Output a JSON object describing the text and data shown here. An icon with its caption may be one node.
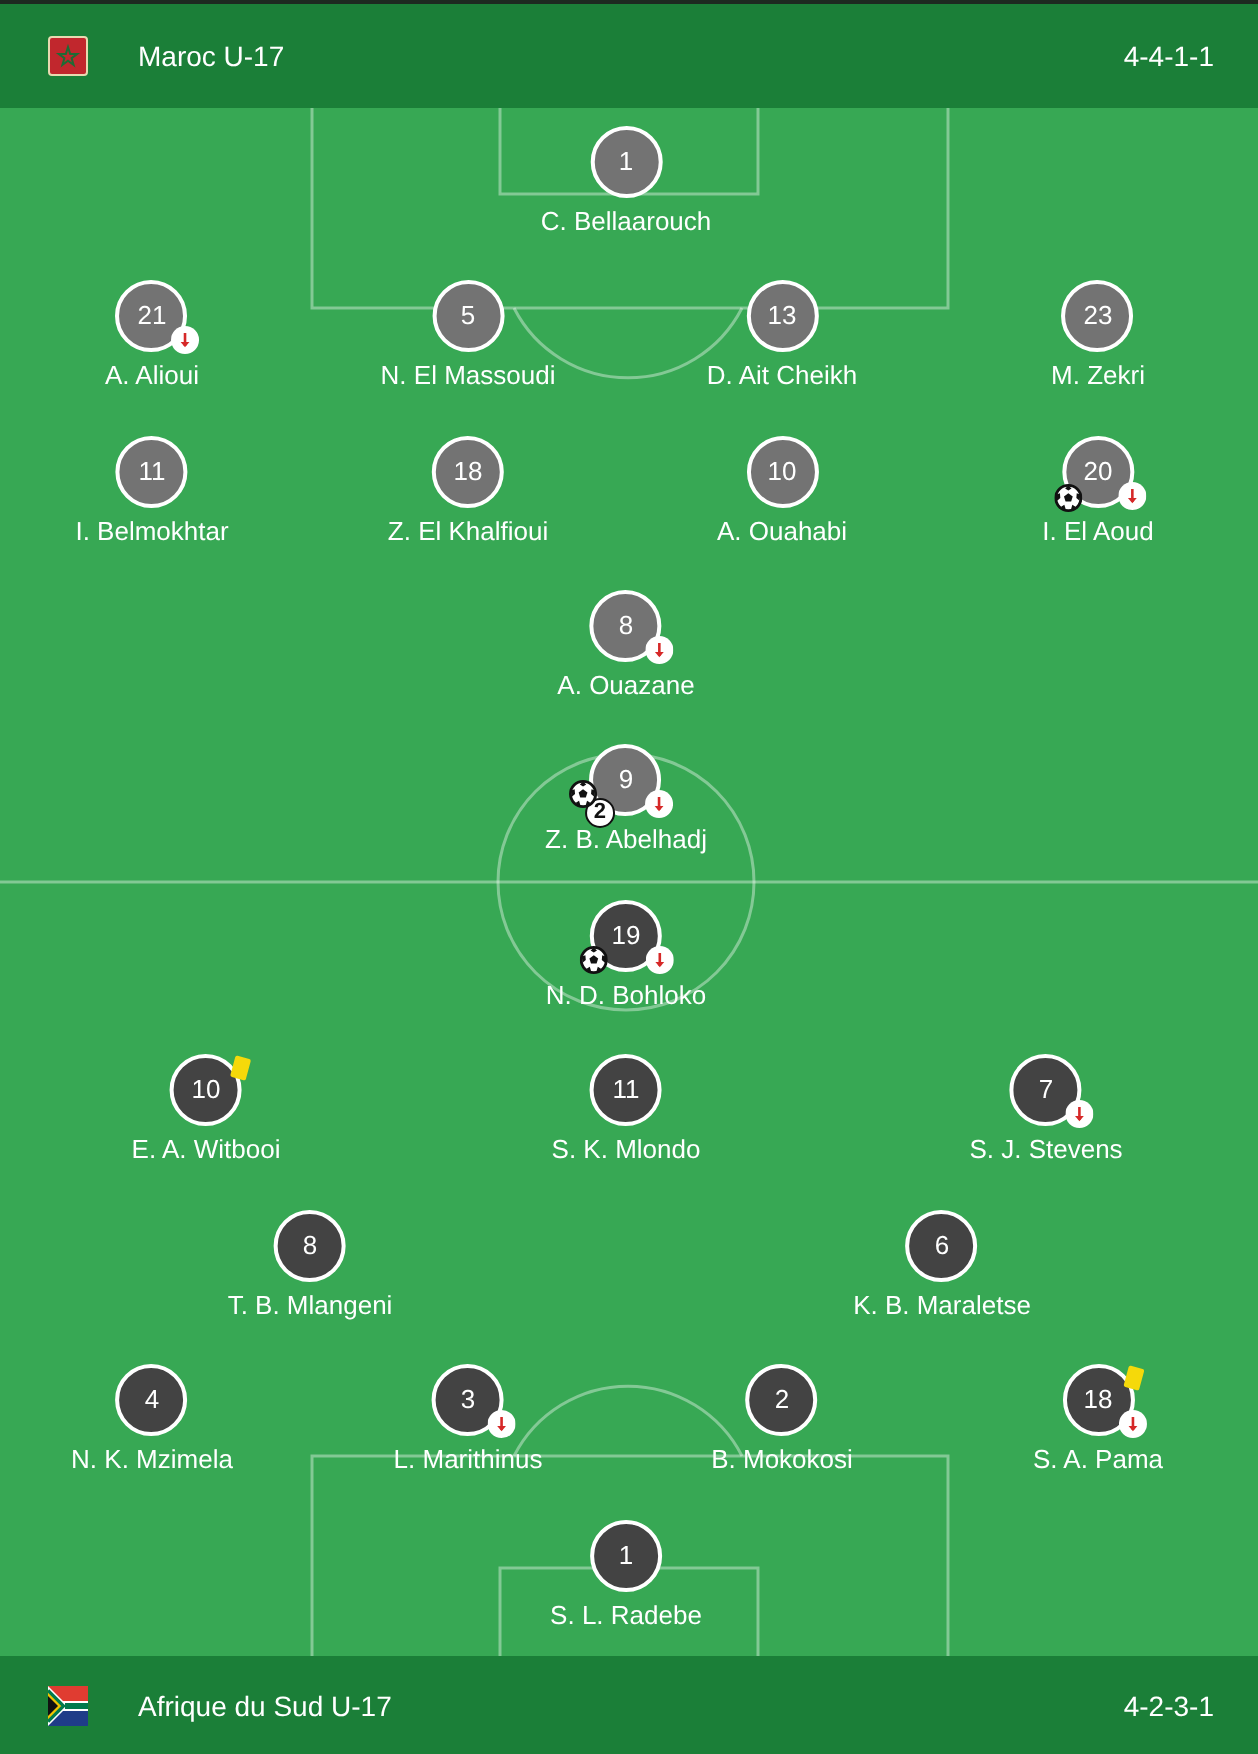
{
  "diagram": {
    "nodes": [
      {
        "text": [
          "Maroc U-17",
          "4-4-1-1"
        ]
      },
      {
        "text": [
          "1",
          "C. Bellaarouch"
        ]
      },
      {
        "text": [
          "21",
          "A. Alioui"
        ]
      },
      {
        "text": [
          "5",
          "N. El Massoudi"
        ]
      },
      {
        "text": [
          "13",
          "D. Ait Cheikh"
        ]
      },
      {
        "text": [
          "23",
          "M. Zekri"
        ]
      },
      {
        "text": [
          "11",
          "I. Belmokhtar"
        ]
      },
      {
        "text": [
          "18",
          "Z. El Khalfioui"
        ]
      },
      {
        "text": [
          "10",
          "A. Ouahabi"
        ]
      },
      {
        "text": [
          "20",
          "I. El Aoud"
        ]
      },
      {
        "text": [
          "8",
          "A. Ouazane"
        ]
      },
      {
        "text": [
          "9",
          "2",
          "Z. B. Abelhadj"
        ]
      },
      {
        "text": [
          "19",
          "N. D. Bohloko"
        ]
      },
      {
        "text": [
          "10",
          "E. A. Witbooi"
        ]
      },
      {
        "text": [
          "11",
          "S. K. Mlondo"
        ]
      },
      {
        "text": [
          "7",
          "S. J. Stevens"
        ]
      },
      {
        "text": [
          "8",
          "T. B. Mlangeni"
        ]
      },
      {
        "text": [
          "6",
          "K. B. Maraletse"
        ]
      },
      {
        "text": [
          "4",
          "N. K. Mzimela"
        ]
      },
      {
        "text": [
          "3",
          "L. Marithinus"
        ]
      },
      {
        "text": [
          "2",
          "B. Mokokosi"
        ]
      },
      {
        "text": [
          "18",
          "S. A. Pama"
        ]
      },
      {
        "text": [
          "1",
          "S. L. Radebe"
        ]
      },
      {
        "text": [
          "Afrique du Sud U-17",
          "4-2-3-1"
        ]
      }
    ]
  }
}
